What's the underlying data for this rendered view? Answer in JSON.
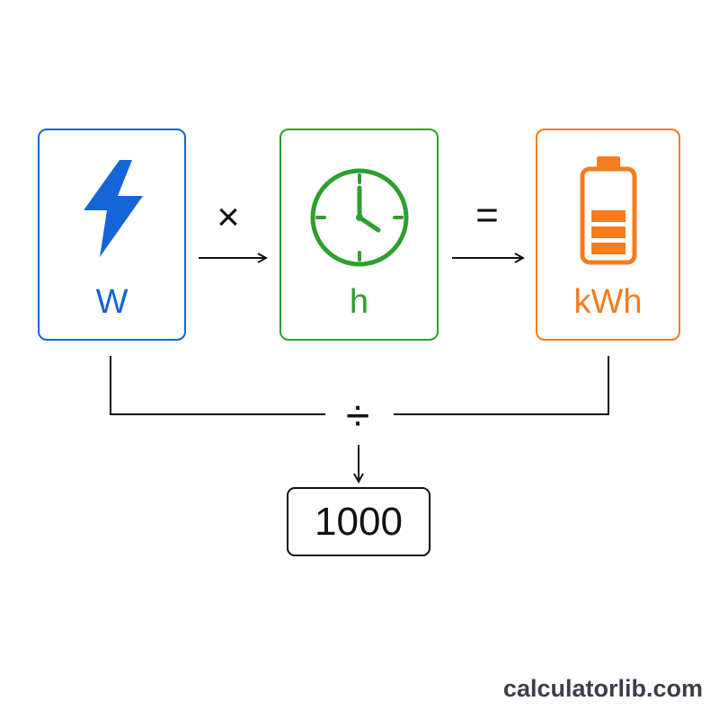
{
  "colors": {
    "watts": "#1565d8",
    "hours": "#2ca02c",
    "energy": "#f57c1f",
    "ink": "#111111"
  },
  "cards": {
    "watts": {
      "unit": "W",
      "icon": "lightning-bolt-icon"
    },
    "hours": {
      "unit": "h",
      "icon": "clock-icon"
    },
    "energy": {
      "unit": "kWh",
      "icon": "battery-icon"
    }
  },
  "operators": {
    "multiply": "×",
    "equals": "=",
    "divide": "÷"
  },
  "divisor": "1000",
  "watermark": "calculatorlib.com"
}
